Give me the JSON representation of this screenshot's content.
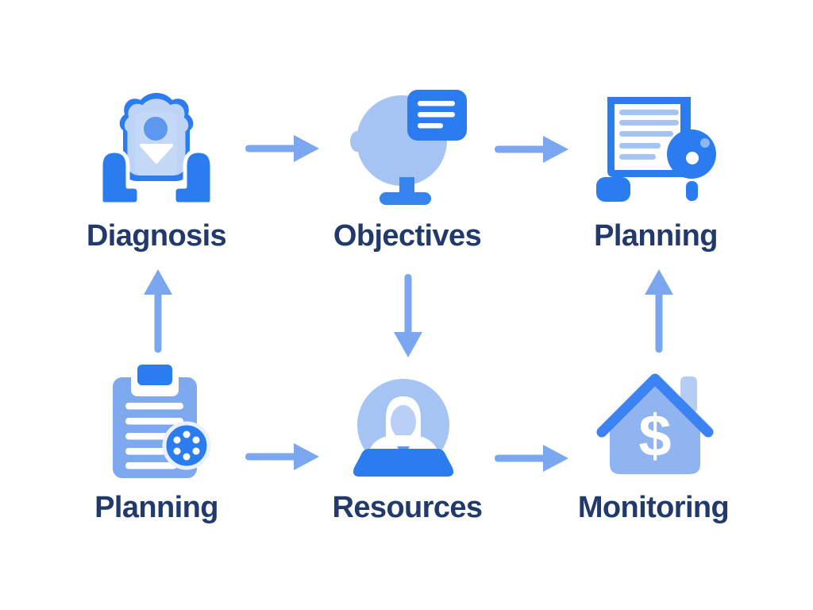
{
  "diagram": {
    "type": "flowchart",
    "background": "#ffffff",
    "rows": 2,
    "cols": 3
  },
  "palette": {
    "bright": "#2b7cee",
    "medium": "#5e97f0",
    "soft": "#7fa9ee",
    "light": "#a6c4f3",
    "pale": "#bdd4f7",
    "lighter": "#c9dcf8",
    "arrow": "#7aa7f0",
    "stand": "#3584f0",
    "house": "#8fb4f0",
    "roof": "#3b82f2",
    "chimney": "#b5cdf5",
    "face": "#b9cff5",
    "ring": "#eaf1fc",
    "text": "#213a6b",
    "white": "#ffffff"
  },
  "glyphs": {
    "dollar": "$"
  },
  "nodes": [
    {
      "id": "diagnosis",
      "label": "Diagnosis",
      "icon": "person-badge-icon",
      "row": 1,
      "col": 1
    },
    {
      "id": "objectives",
      "label": "Objectives",
      "icon": "presentation-speech-icon",
      "row": 1,
      "col": 2
    },
    {
      "id": "planning-top",
      "label": "Planning",
      "icon": "document-magnifier-icon",
      "row": 1,
      "col": 3
    },
    {
      "id": "planning-bottom",
      "label": "Planning",
      "icon": "clipboard-dial-icon",
      "row": 2,
      "col": 1
    },
    {
      "id": "resources",
      "label": "Resources",
      "icon": "person-desk-icon",
      "row": 2,
      "col": 2
    },
    {
      "id": "monitoring",
      "label": "Monitoring",
      "icon": "house-dollar-icon",
      "row": 2,
      "col": 3
    }
  ],
  "edges": [
    {
      "from": "diagnosis",
      "to": "objectives",
      "direction": "right"
    },
    {
      "from": "objectives",
      "to": "planning-top",
      "direction": "right"
    },
    {
      "from": "planning-bottom",
      "to": "diagnosis",
      "direction": "up"
    },
    {
      "from": "objectives",
      "to": "resources",
      "direction": "down"
    },
    {
      "from": "monitoring",
      "to": "planning-top",
      "direction": "up"
    },
    {
      "from": "planning-bottom",
      "to": "resources",
      "direction": "right"
    },
    {
      "from": "resources",
      "to": "monitoring",
      "direction": "right"
    }
  ]
}
